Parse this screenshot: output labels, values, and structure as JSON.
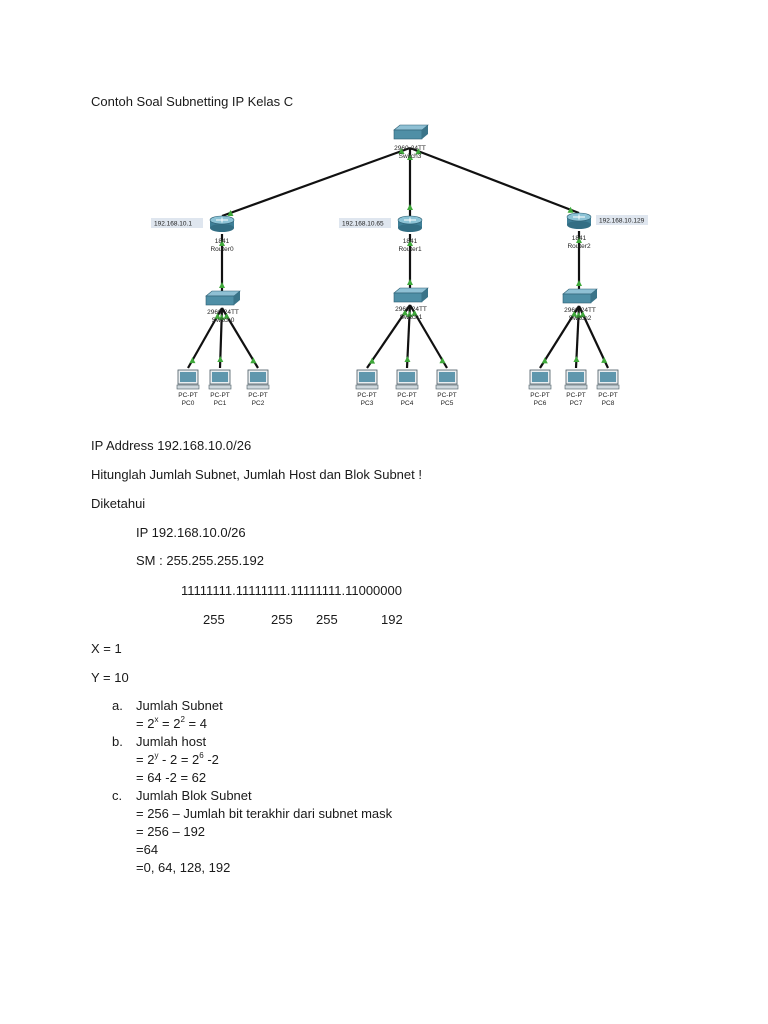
{
  "doc": {
    "title": "Contoh Soal Subnetting IP Kelas C",
    "ip_line": "IP Address 192.168.10.0/26",
    "question": "Hitunglah Jumlah Subnet, Jumlah Host dan Blok Subnet !",
    "known_heading": "Diketahui",
    "ip": "IP 192.168.10.0/26",
    "sm": "SM : 255.255.255.192",
    "binary": "11111111.11111111.11111111.11000000",
    "octets": [
      "255",
      "255",
      "255",
      "192"
    ],
    "x": "X = 1",
    "y": "Y = 10",
    "answers": [
      {
        "label": "a.",
        "title": "Jumlah Subnet",
        "lines": [
          {
            "pre": "= 2",
            "sup1": "x",
            "mid": " = 2",
            "sup2": "2",
            "post": " = 4"
          }
        ]
      },
      {
        "label": "b.",
        "title": "Jumlah host",
        "lines": [
          {
            "pre": "= 2",
            "sup1": "y",
            "mid": " - 2 = 2",
            "sup2": "6",
            "post": " -2"
          },
          {
            "pre": "= 64 -2 = 62",
            "sup1": "",
            "mid": "",
            "sup2": "",
            "post": ""
          }
        ]
      },
      {
        "label": "c.",
        "title": "Jumlah Blok Subnet",
        "lines": [
          {
            "pre": "= 256 – Jumlah bit terakhir dari subnet mask",
            "sup1": "",
            "mid": "",
            "sup2": "",
            "post": ""
          },
          {
            "pre": "= 256 – 192",
            "sup1": "",
            "mid": "",
            "sup2": "",
            "post": ""
          },
          {
            "pre": "=64",
            "sup1": "",
            "mid": "",
            "sup2": "",
            "post": ""
          },
          {
            "pre": "=0, 64, 128, 192",
            "sup1": "",
            "mid": "",
            "sup2": "",
            "post": ""
          }
        ]
      }
    ]
  },
  "diagram": {
    "core_switch": {
      "model": "2960-24TT",
      "name": "Switch3"
    },
    "routers": [
      {
        "model": "1841",
        "name": "Router0",
        "ip": "192.168.10.1"
      },
      {
        "model": "1841",
        "name": "Router1",
        "ip": "192.168.10.65"
      },
      {
        "model": "1841",
        "name": "Router2",
        "ip": "192.168.10.129"
      }
    ],
    "switches": [
      {
        "model": "2960-24TT",
        "name": "Switch0"
      },
      {
        "model": "2960-24TT",
        "name": "Switch1"
      },
      {
        "model": "2960-24TT",
        "name": "Switch2"
      }
    ],
    "pcs": [
      {
        "type": "PC-PT",
        "name": "PC0"
      },
      {
        "type": "PC-PT",
        "name": "PC1"
      },
      {
        "type": "PC-PT",
        "name": "PC2"
      },
      {
        "type": "PC-PT",
        "name": "PC3"
      },
      {
        "type": "PC-PT",
        "name": "PC4"
      },
      {
        "type": "PC-PT",
        "name": "PC5"
      },
      {
        "type": "PC-PT",
        "name": "PC6"
      },
      {
        "type": "PC-PT",
        "name": "PC7"
      },
      {
        "type": "PC-PT",
        "name": "PC8"
      }
    ],
    "colors": {
      "link": "#111111",
      "link_up": "#3ea83a",
      "device": "#4f8fa6",
      "ip_box": "#dfe6ef"
    }
  }
}
